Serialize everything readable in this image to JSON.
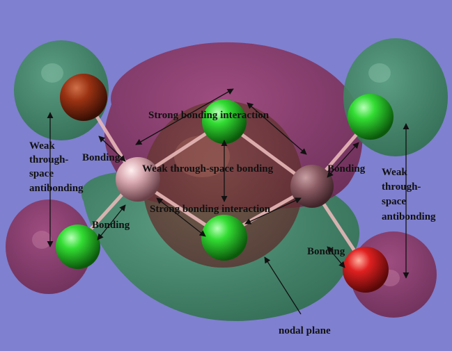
{
  "colors": {
    "background": "#7f80cf",
    "positive_lobe": "#8a3a6e",
    "negative_lobe": "#3f8a5e",
    "chlorine": "#22cc22",
    "oxygen": "#dd2020",
    "oxygen_dark": "#8a2a10",
    "aluminium": "#c9a0a8",
    "bond": "#e8b8b8",
    "arrow": "#111111"
  },
  "labels": {
    "strong_top": "Strong bonding interaction",
    "strong_bottom": "Strong bonding interaction",
    "weak_center": "Weak through-space bonding",
    "weak_left": [
      "Weak",
      "through-",
      "space",
      "antibonding"
    ],
    "weak_right": [
      "Weak",
      "through-",
      "space",
      "antibonding"
    ],
    "bonding_left_top": "Bonding",
    "bonding_left_bottom": "Bonding",
    "bonding_right_top": "Bonding",
    "bonding_right_bottom": "Bonding",
    "nodal_plane": "nodal plane"
  }
}
